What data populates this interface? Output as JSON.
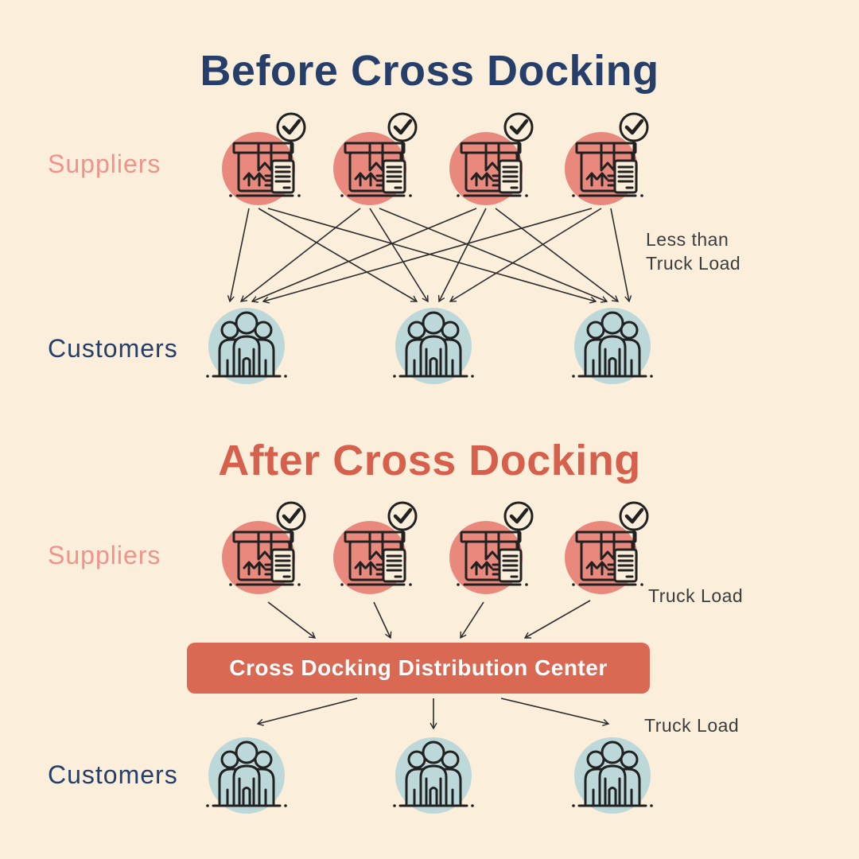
{
  "colors": {
    "background": "#FBEEDB",
    "navy": "#263E6A",
    "salmon": "#F0938C",
    "coral_title": "#D6604C",
    "banner_bg": "#DA6954",
    "banner_text": "#FFFFFF",
    "supplier_circle": "#E9897E",
    "customer_circle": "#BDD8D9",
    "stroke": "#212121",
    "annotation": "#3C3C3C",
    "arrow": "#2B2B2B"
  },
  "before": {
    "title": "Before Cross Docking",
    "suppliers_label": "Suppliers",
    "customers_label": "Customers",
    "annotation_line1": "Less than",
    "annotation_line2": "Truck Load",
    "suppliers_count": 4,
    "customers_count": 3,
    "flow": "each supplier ships directly to every customer (12 crossing routes)"
  },
  "after": {
    "title": "After Cross Docking",
    "suppliers_label": "Suppliers",
    "customers_label": "Customers",
    "truck_load_inbound": "Truck Load",
    "truck_load_outbound": "Truck Load",
    "banner_label": "Cross Docking Distribution Center",
    "suppliers_count": 4,
    "customers_count": 3,
    "flow": "suppliers ship to distribution center, center ships to customers"
  },
  "icons": {
    "supplier": "package-box-with-checkmark-icon",
    "customer": "customer-group-icon"
  }
}
